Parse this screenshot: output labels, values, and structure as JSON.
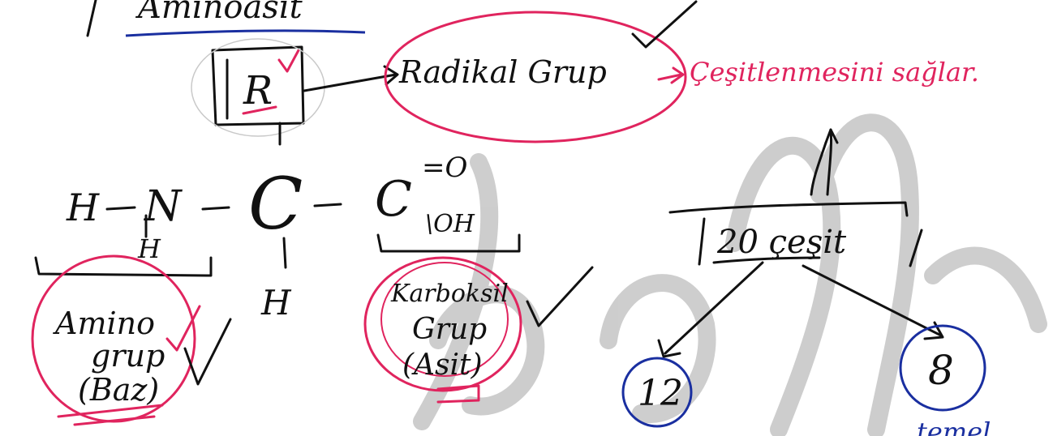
{
  "colors": {
    "ink": "#111111",
    "red": "#e0245e",
    "blue": "#1a2fa0",
    "watermark": "#a6a6a6"
  },
  "title": {
    "text": "Aminoasit"
  },
  "radical": {
    "symbol": "R",
    "label": "Radikal Grup",
    "note": "Çeşitlenmesini sağlar."
  },
  "formula": {
    "h_left": "H",
    "dash": "—",
    "n": "N",
    "c_center": "C",
    "c_acid": "C",
    "double_o": "=O",
    "oh": "\\OH",
    "h_under_n": "H",
    "h_under_c": "H"
  },
  "amino_group": {
    "line1": "Amino",
    "line2": "grup",
    "line3": "(Baz)"
  },
  "carboxyl_group": {
    "line1": "Karboksil",
    "line2": "Grup",
    "line3": "(Asit)"
  },
  "varieties": {
    "label": "20 çeşit",
    "left_count": "12",
    "right_count": "8",
    "below_right": "temel"
  },
  "checkmark_icon": "check-mark-icon",
  "watermark_icon": "handwritten-watermark-icon"
}
